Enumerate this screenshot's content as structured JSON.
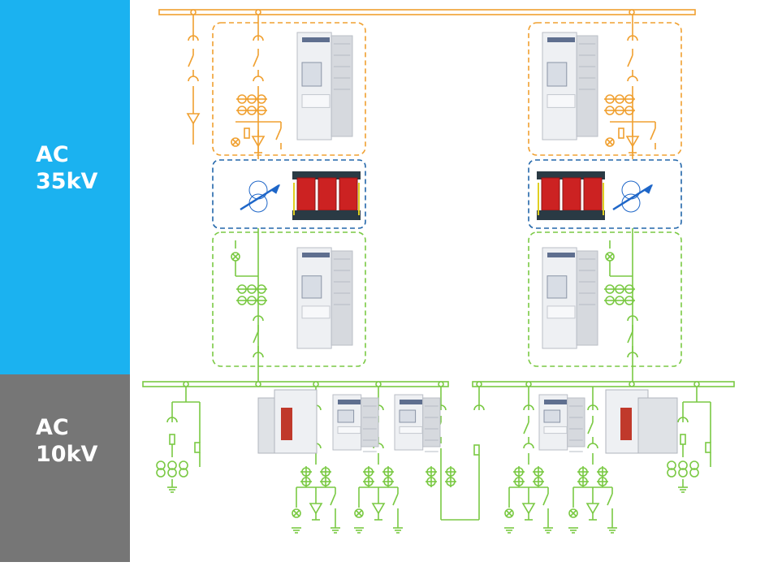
{
  "sections": [
    {
      "id": "ac35",
      "label_line1": "AC",
      "label_line2": "35kV",
      "color": "#1bb2f0"
    },
    {
      "id": "ac10",
      "label_line1": "AC",
      "label_line2": "10kV",
      "color": "#767676"
    }
  ],
  "colors": {
    "bus_35kv": "#f0a030",
    "bus_10kv": "#7ac943",
    "transformer_box": "#2266aa",
    "transformer_core": "#cc2222",
    "transformer_symbol": "#1e66c8"
  },
  "icons": {
    "switchgear": "switchgear-cabinet-icon",
    "transformer": "dry-type-transformer-icon",
    "ct": "current-transformer-icon",
    "arrester": "surge-arrester-icon",
    "lamp": "indicator-lamp-icon",
    "earth": "earthing-switch-icon",
    "breaker": "circuit-breaker-icon",
    "fuse": "fuse-icon"
  }
}
